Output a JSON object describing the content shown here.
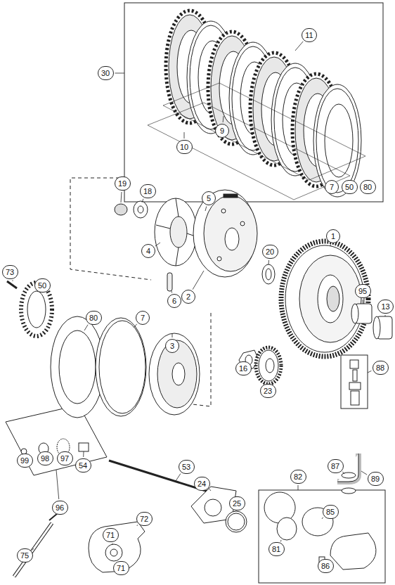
{
  "diagram": {
    "labels": [
      "30",
      "11",
      "9",
      "10",
      "7",
      "50",
      "80",
      "19",
      "18",
      "5",
      "4",
      "20",
      "1",
      "6",
      "2",
      "73",
      "50",
      "80",
      "7",
      "3",
      "95",
      "13",
      "16",
      "23",
      "88",
      "99",
      "98",
      "97",
      "54",
      "96",
      "53",
      "24",
      "25",
      "87",
      "89",
      "82",
      "85",
      "72",
      "81",
      "86",
      "75",
      "71",
      "71"
    ]
  }
}
